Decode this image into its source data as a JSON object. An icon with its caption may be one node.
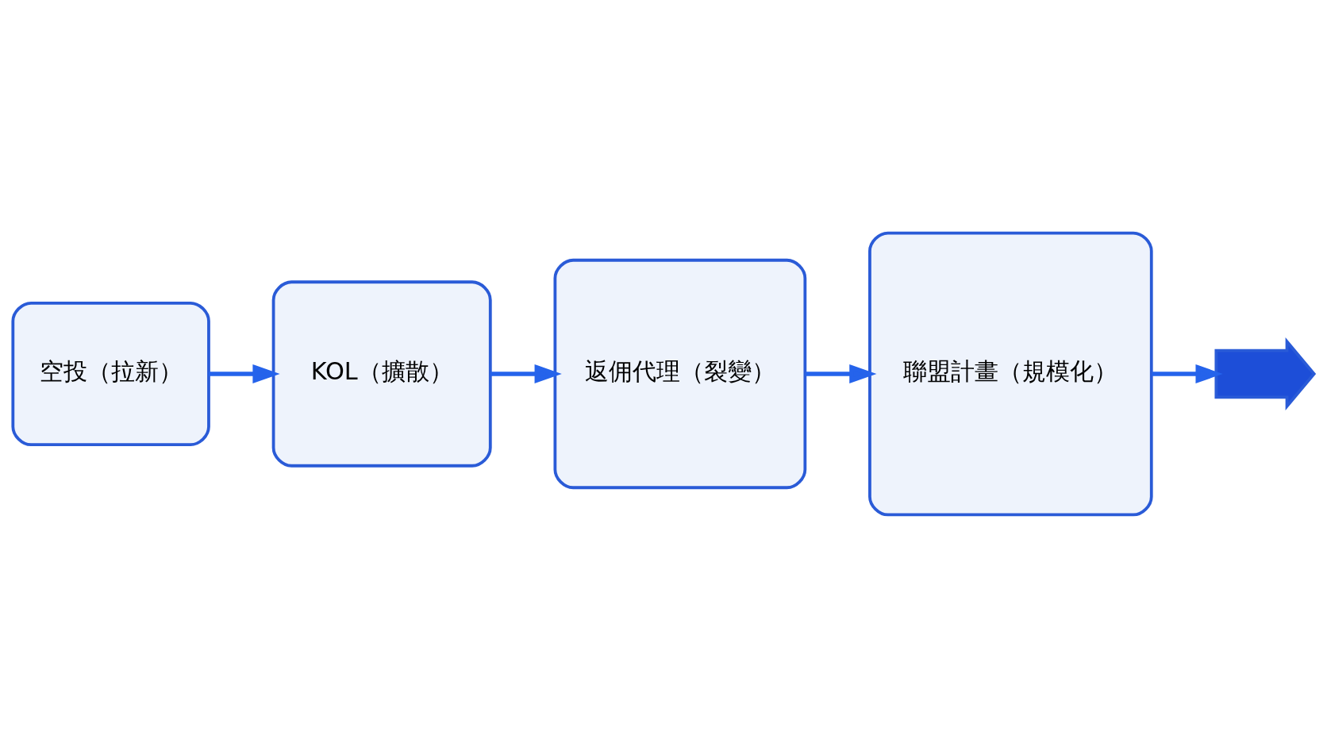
{
  "diagram": {
    "nodes": [
      {
        "text": [
          "空投（拉新）"
        ]
      },
      {
        "text": [
          "KOL（擴散）"
        ]
      },
      {
        "text": [
          "返佣代理（裂變）"
        ]
      },
      {
        "text": [
          "聯盟計畫（規模化）"
        ]
      },
      {
        "text": [],
        "shape": "chevron"
      }
    ],
    "edges": [
      {
        "from": 0,
        "to": 1,
        "arrow": "to"
      },
      {
        "from": 1,
        "to": 2,
        "arrow": "to"
      },
      {
        "from": 2,
        "to": 3,
        "arrow": "to"
      },
      {
        "from": 3,
        "to": 4,
        "arrow": "to"
      }
    ]
  }
}
